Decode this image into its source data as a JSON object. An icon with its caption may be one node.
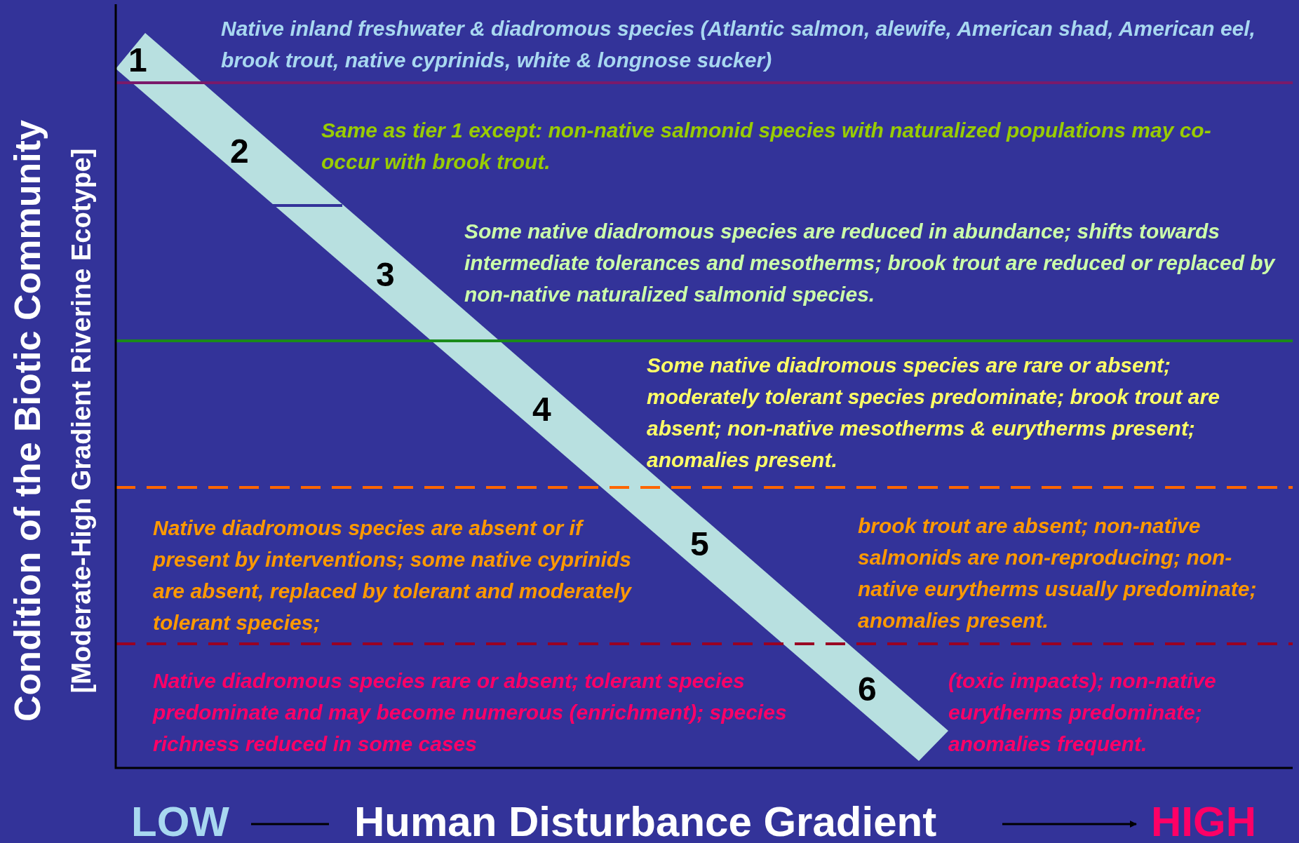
{
  "diagram": {
    "labels": [
      "Condition of the Biotic Community",
      "[Moderate-High Gradient Riverine Ecotype]",
      "1",
      "Native inland freshwater & diadromous species (Atlantic salmon, alewife, American shad, American eel, brook trout, native cyprinids, white & longnose sucker)",
      "2",
      "Same as tier 1 except:  non-native salmonid species with naturalized populations may co-occur with brook trout.",
      "3",
      "Some native diadromous species are reduced in abundance; shifts towards intermediate tolerances and mesotherms; brook trout are reduced or replaced by non-native naturalized salmonid species.",
      "4",
      "Some native diadromous species are rare or absent; moderately tolerant species predominate; brook trout are absent; non-native mesotherms & eurytherms present; anomalies present.",
      "Native diadromous species are absent or if present by interventions; some native cyprinids are absent, replaced by tolerant and moderately tolerant species;",
      "5",
      "brook trout are absent; non-native salmonids are non-reproducing; non-native eurytherms usually predominate; anomalies present.",
      "Native diadromous species rare or absent; tolerant species predominate and may become numerous (enrichment); species richness reduced in some cases",
      "6",
      "(toxic impacts); non-native eurytherms predominate; anomalies frequent.",
      "LOW",
      "Human Disturbance Gradient",
      "HIGH"
    ]
  }
}
